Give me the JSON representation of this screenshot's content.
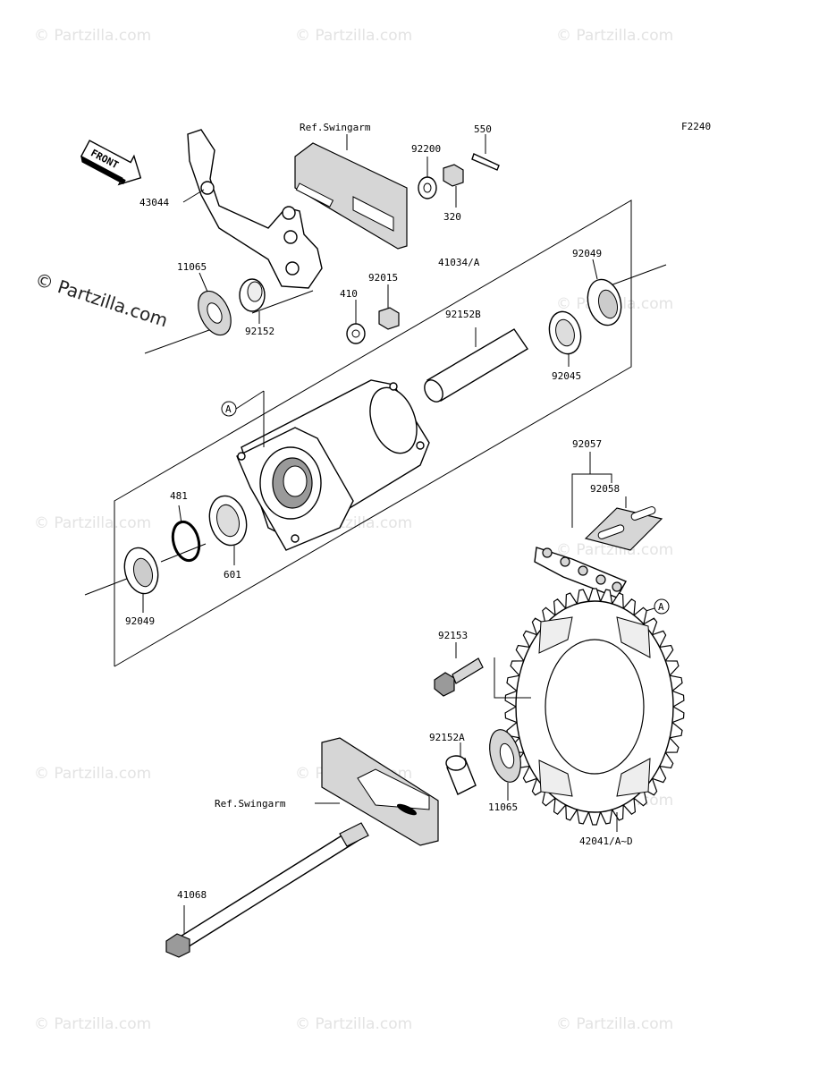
{
  "diagram_code": "F2240",
  "front_label": "FRONT",
  "watermark": "© Partzilla.com",
  "callout_marker": "A",
  "parts": {
    "p43044": "43044",
    "ref_swingarm_top": "Ref.Swingarm",
    "p92200": "92200",
    "p550": "550",
    "p320": "320",
    "p11065_top": "11065",
    "p92152": "92152",
    "p410": "410",
    "p92015": "92015",
    "p41034": "41034/A",
    "p92049_top": "92049",
    "p92045": "92045",
    "p92152b": "92152B",
    "p481": "481",
    "p601": "601",
    "p92049_bottom": "92049",
    "p92057": "92057",
    "p92058": "92058",
    "p92153": "92153",
    "p92152a": "92152A",
    "p11065_bottom": "11065",
    "p42041": "42041/A~D",
    "ref_swingarm_bottom": "Ref.Swingarm",
    "p41068": "41068"
  }
}
